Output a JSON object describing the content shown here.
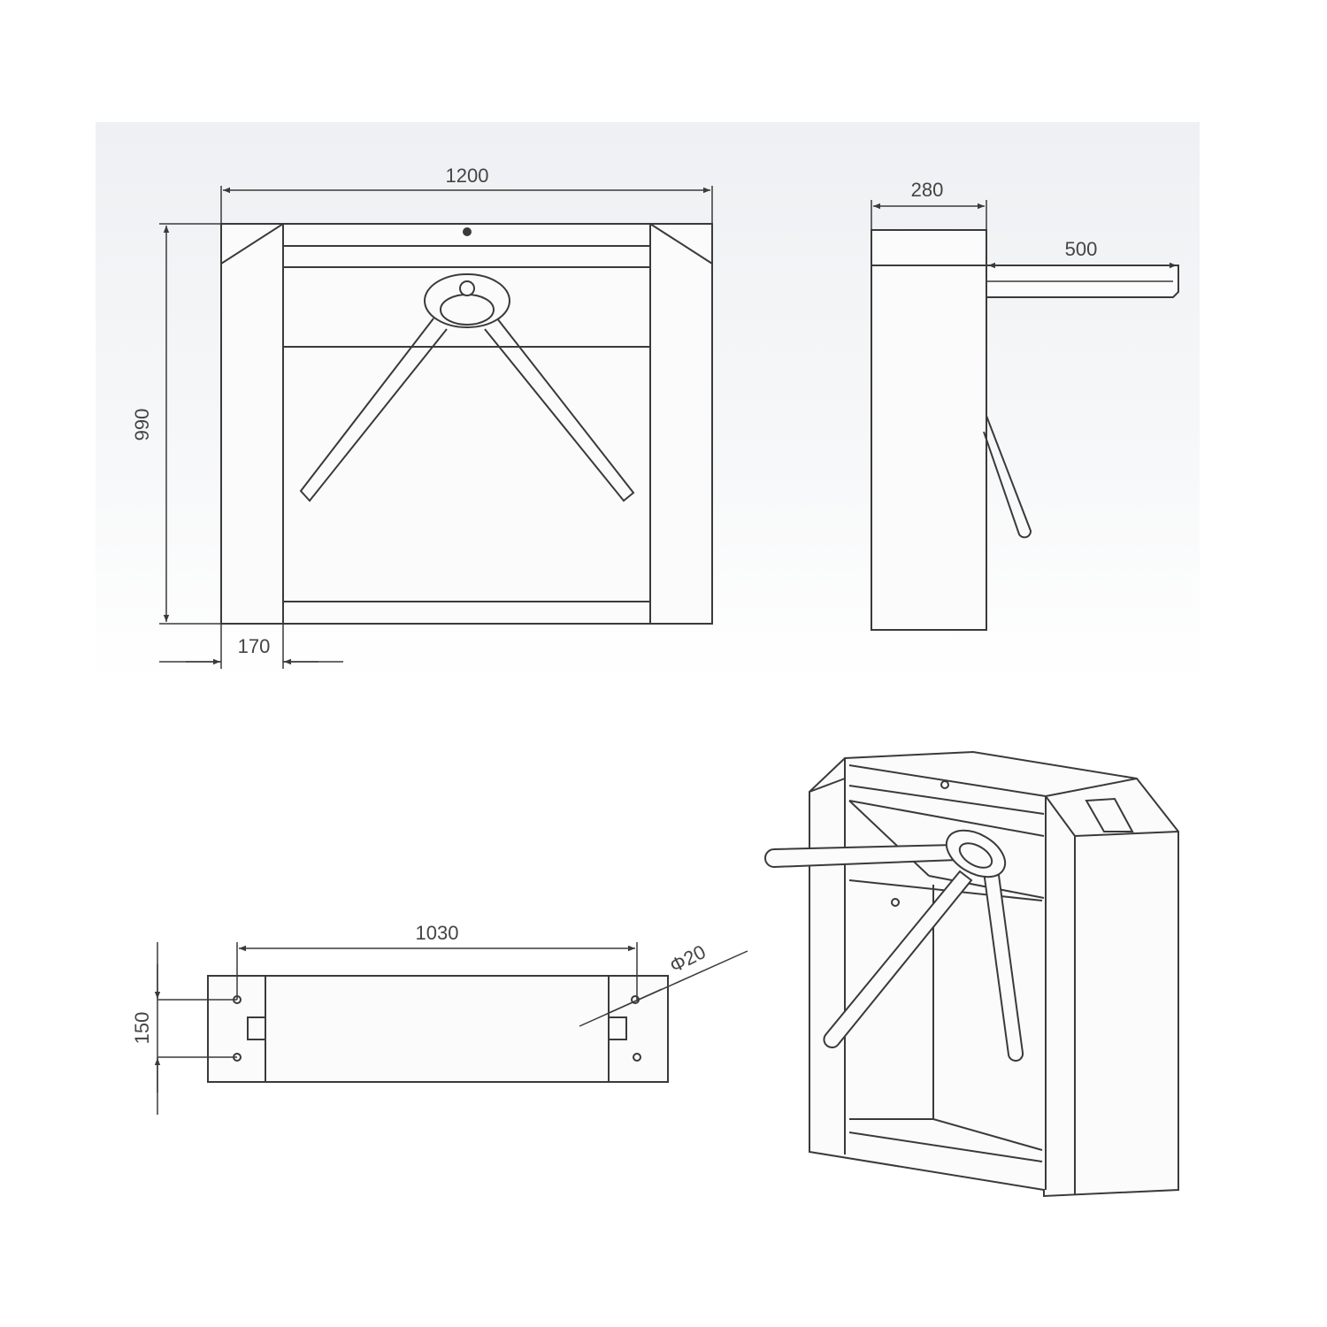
{
  "dimensions": {
    "front_width": "1200",
    "front_height": "990",
    "post_width": "170",
    "side_depth": "280",
    "arm_length": "500",
    "base_hole_spacing": "1030",
    "base_hole_pitch": "150",
    "hole_diameter": "Φ20"
  },
  "colors": {
    "line": "#3a3a3a",
    "panel": "#f4f5f7"
  }
}
